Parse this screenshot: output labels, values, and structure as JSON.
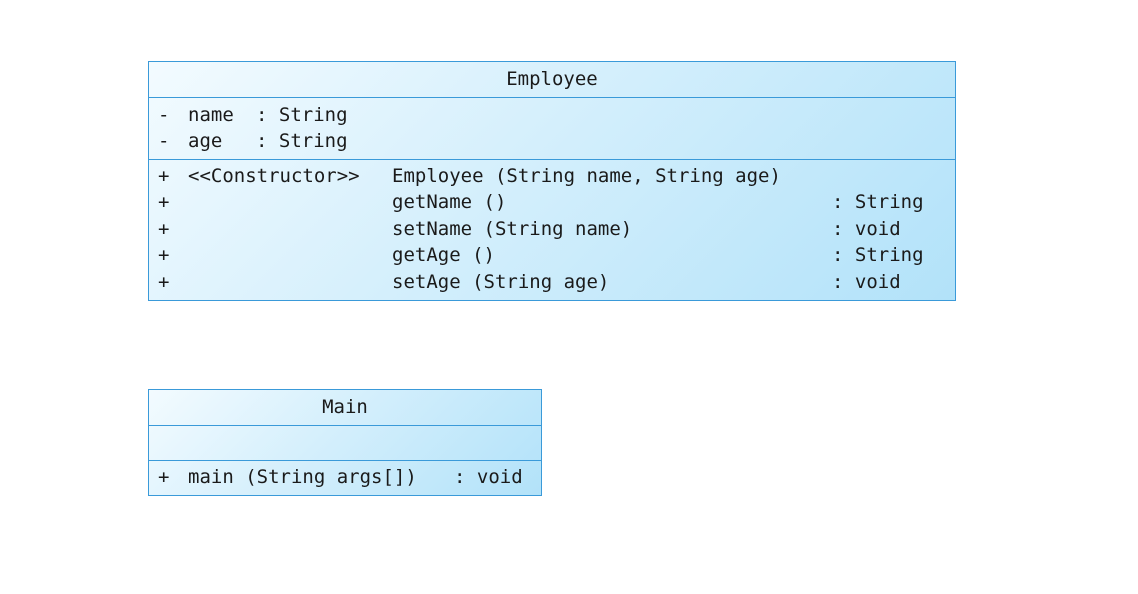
{
  "diagram": {
    "classes": [
      {
        "name": "Employee",
        "attributes": [
          {
            "visibility": "-",
            "name": "name",
            "type": ": String"
          },
          {
            "visibility": "-",
            "name": "age",
            "type": ": String"
          }
        ],
        "operations": [
          {
            "visibility": "+",
            "stereotype": "<<Constructor>>",
            "signature": "Employee (String name, String age)",
            "return": ""
          },
          {
            "visibility": "+",
            "stereotype": "",
            "signature": "getName ()",
            "return": ": String"
          },
          {
            "visibility": "+",
            "stereotype": "",
            "signature": "setName (String name)",
            "return": ": void"
          },
          {
            "visibility": "+",
            "stereotype": "",
            "signature": "getAge ()",
            "return": ": String"
          },
          {
            "visibility": "+",
            "stereotype": "",
            "signature": "setAge (String age)",
            "return": ": void"
          }
        ]
      },
      {
        "name": "Main",
        "attributes": [],
        "operations": [
          {
            "visibility": "+",
            "signature": "main (String args[])",
            "return": ": void"
          }
        ]
      }
    ]
  }
}
